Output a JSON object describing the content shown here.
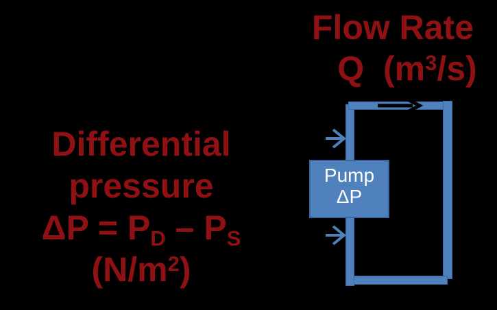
{
  "meta": {
    "background": "#000000",
    "description_not_rendered": ""
  },
  "colors": {
    "pipe_blue": "#4f81bd",
    "pipe_border": "#3c6aa6",
    "pump_box_border": "#39669f",
    "label_red": "#901114",
    "pump_text_white": "#ffffff",
    "flow_arrow_black": "#000000"
  },
  "flow_rate": {
    "title": "Flow Rate",
    "unit_pre": "Q  (m",
    "unit_sup": "3",
    "unit_post": "/s)"
  },
  "pressure": {
    "line1": "Differential",
    "line2": "pressure",
    "eq_pre": "ΔP = P",
    "eq_sub_d": "D",
    "eq_mid": " – P",
    "eq_sub_s": "S",
    "unit_pre": "(N/m",
    "unit_sup": "2",
    "unit_post": ")"
  },
  "pump": {
    "line1": "Pump",
    "line2": "ΔP"
  },
  "icons": {
    "flow_direction": "flow-direction-arrow",
    "discharge_tap": "discharge-pressure-arrow",
    "suction_tap": "suction-pressure-arrow"
  }
}
